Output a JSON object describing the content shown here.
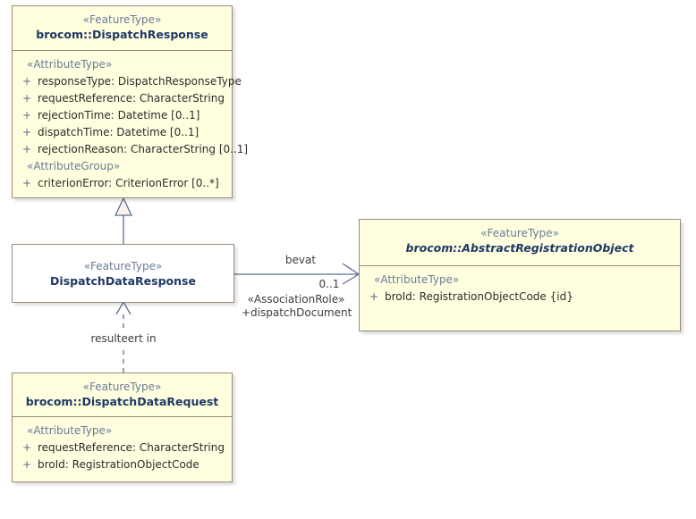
{
  "diagram": {
    "title": "UML class diagram",
    "background": "#ffffff",
    "colors": {
      "class_fill": "#ffffe0",
      "class_fill_plain": "#ffffff",
      "class_border": "#9a8878",
      "line": "#5b6e92",
      "stereotype_text": "#6a7a96",
      "class_name_text": "#1f3864",
      "attribute_text": "#2b2b2b",
      "visibility_text": "#5a6a88",
      "triangle_fill": "#fbf4ee"
    }
  },
  "classes": {
    "dispatch_response": {
      "stereotype": "«FeatureType»",
      "name": "brocom::DispatchResponse",
      "abstract": false,
      "groups": [
        {
          "label": "«AttributeType»",
          "attributes": [
            {
              "visibility": "+",
              "text": "responseType: DispatchResponseType"
            },
            {
              "visibility": "+",
              "text": "requestReference: CharacterString"
            },
            {
              "visibility": "+",
              "text": "rejectionTime: Datetime [0..1]"
            },
            {
              "visibility": "+",
              "text": "dispatchTime: Datetime [0..1]"
            },
            {
              "visibility": "+",
              "text": "rejectionReason: CharacterString [0..1]"
            }
          ]
        },
        {
          "label": "«AttributeGroup»",
          "attributes": [
            {
              "visibility": "+",
              "text": "criterionError: CriterionError [0..*]"
            }
          ]
        }
      ]
    },
    "dispatch_data_response": {
      "stereotype": "«FeatureType»",
      "name": "DispatchDataResponse",
      "abstract": false,
      "groups": []
    },
    "abstract_registration_object": {
      "stereotype": "«FeatureType»",
      "name": "brocom::AbstractRegistrationObject",
      "abstract": true,
      "groups": [
        {
          "label": "«AttributeType»",
          "attributes": [
            {
              "visibility": "+",
              "text": "broId: RegistrationObjectCode {id}"
            }
          ]
        }
      ]
    },
    "dispatch_data_request": {
      "stereotype": "«FeatureType»",
      "name": "brocom::DispatchDataRequest",
      "abstract": false,
      "groups": [
        {
          "label": "«AttributeType»",
          "attributes": [
            {
              "visibility": "+",
              "text": "requestReference: CharacterString"
            },
            {
              "visibility": "+",
              "text": "broId: RegistrationObjectCode"
            }
          ]
        }
      ]
    }
  },
  "relationships": {
    "generalization_top": {
      "kind": "generalization",
      "from": "DispatchDataResponse",
      "to": "brocom::DispatchResponse",
      "line_style": "solid",
      "arrowhead": "hollow-triangle",
      "label": ""
    },
    "realization_bottom": {
      "kind": "dependency",
      "from": "brocom::DispatchDataRequest",
      "to": "DispatchDataResponse",
      "line_style": "dashed",
      "arrowhead": "open-arrow",
      "label": "resulteert in"
    },
    "association_right": {
      "kind": "association",
      "from": "DispatchDataResponse",
      "to": "brocom::AbstractRegistrationObject",
      "line_style": "solid",
      "arrowhead": "open-arrow",
      "name": "bevat",
      "multiplicity": "0..1",
      "role_stereotype": "«AssociationRole»",
      "role_name": "+dispatchDocument"
    }
  }
}
